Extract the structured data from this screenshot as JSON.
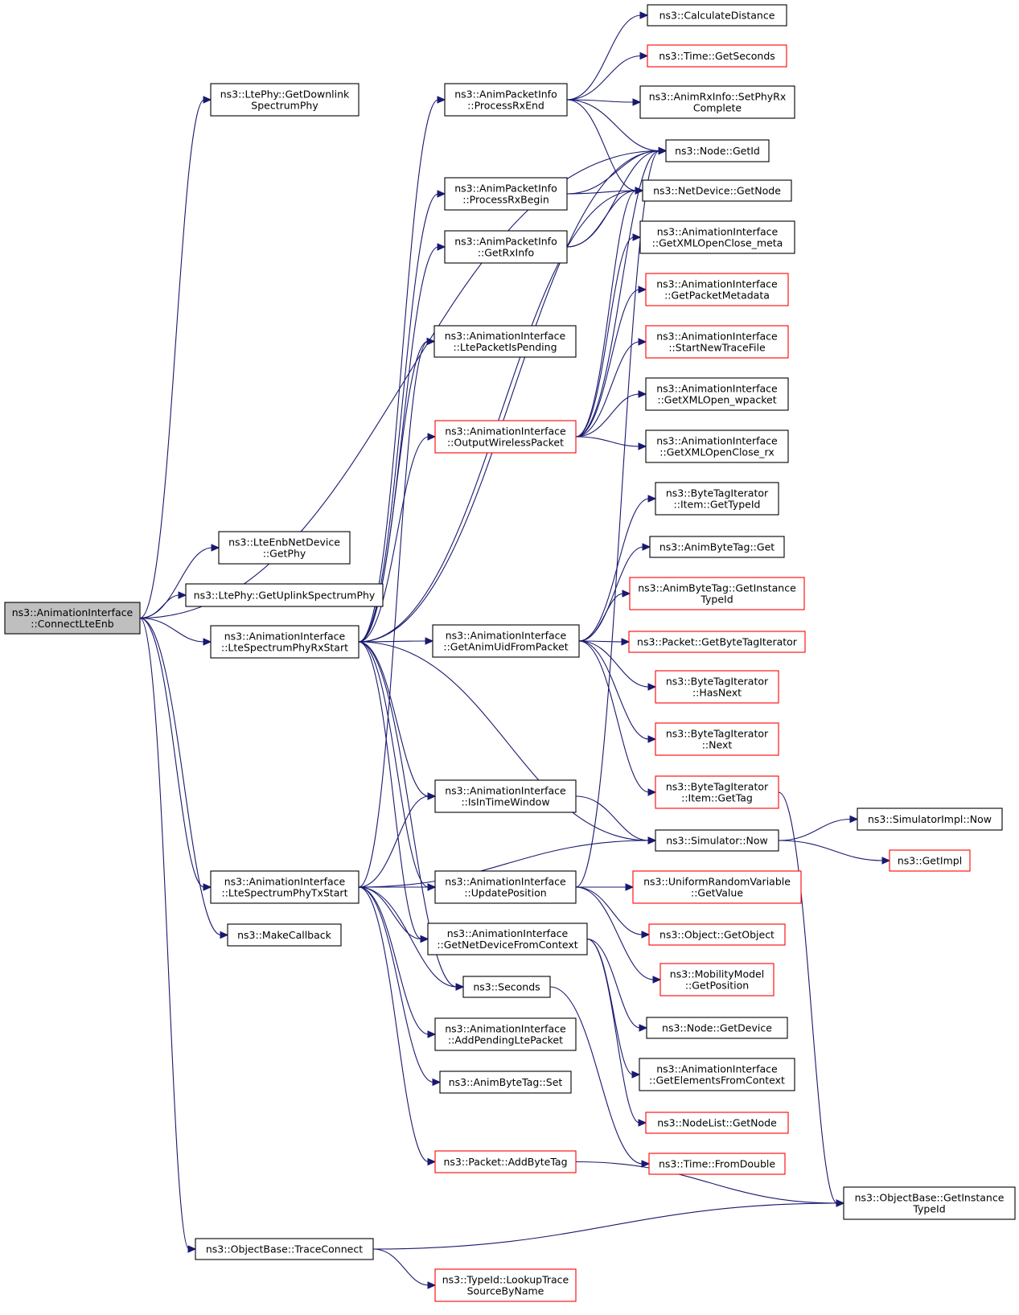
{
  "colors": {
    "edge": "#191970",
    "border_normal": "#000000",
    "border_truncated": "#ff0000",
    "root_fill": "#bfbfbf"
  },
  "nodes": [
    {
      "id": "connectlteenb",
      "lines": [
        "ns3::AnimationInterface",
        "::ConnectLteEnb"
      ],
      "style": "root"
    },
    {
      "id": "getdownlink",
      "lines": [
        "ns3::LtePhy::GetDownlink",
        "SpectrumPhy"
      ],
      "style": "normal"
    },
    {
      "id": "ltepacketispending",
      "lines": [
        "ns3::AnimationInterface",
        "::LtePacketIsPending"
      ],
      "style": "normal"
    },
    {
      "id": "getphy",
      "lines": [
        "ns3::LteEnbNetDevice",
        "::GetPhy"
      ],
      "style": "normal"
    },
    {
      "id": "getuplink",
      "lines": [
        "ns3::LtePhy::GetUplinkSpectrumPhy"
      ],
      "style": "normal"
    },
    {
      "id": "rxstart",
      "lines": [
        "ns3::AnimationInterface",
        "::LteSpectrumPhyRxStart"
      ],
      "style": "normal"
    },
    {
      "id": "txstart",
      "lines": [
        "ns3::AnimationInterface",
        "::LteSpectrumPhyTxStart"
      ],
      "style": "normal"
    },
    {
      "id": "makecallback",
      "lines": [
        "ns3::MakeCallback"
      ],
      "style": "normal"
    },
    {
      "id": "traceconnect",
      "lines": [
        "ns3::ObjectBase::TraceConnect"
      ],
      "style": "normal"
    },
    {
      "id": "processrxend",
      "lines": [
        "ns3::AnimPacketInfo",
        "::ProcessRxEnd"
      ],
      "style": "normal"
    },
    {
      "id": "processrxbegin",
      "lines": [
        "ns3::AnimPacketInfo",
        "::ProcessRxBegin"
      ],
      "style": "normal"
    },
    {
      "id": "getrxinfo",
      "lines": [
        "ns3::AnimPacketInfo",
        "::GetRxInfo"
      ],
      "style": "normal"
    },
    {
      "id": "outputwireless",
      "lines": [
        "ns3::AnimationInterface",
        "::OutputWirelessPacket"
      ],
      "style": "red"
    },
    {
      "id": "getanimuid",
      "lines": [
        "ns3::AnimationInterface",
        "::GetAnimUidFromPacket"
      ],
      "style": "normal"
    },
    {
      "id": "isintimewindow",
      "lines": [
        "ns3::AnimationInterface",
        "::IsInTimeWindow"
      ],
      "style": "normal"
    },
    {
      "id": "updateposition",
      "lines": [
        "ns3::AnimationInterface",
        "::UpdatePosition"
      ],
      "style": "normal"
    },
    {
      "id": "getnetdevicefromcontext",
      "lines": [
        "ns3::AnimationInterface",
        "::GetNetDeviceFromContext"
      ],
      "style": "normal"
    },
    {
      "id": "seconds",
      "lines": [
        "ns3::Seconds"
      ],
      "style": "normal"
    },
    {
      "id": "addpendingltepacket",
      "lines": [
        "ns3::AnimationInterface",
        "::AddPendingLtePacket"
      ],
      "style": "normal"
    },
    {
      "id": "animbytetagset",
      "lines": [
        "ns3::AnimByteTag::Set"
      ],
      "style": "normal"
    },
    {
      "id": "addbytetag",
      "lines": [
        "ns3::Packet::AddByteTag"
      ],
      "style": "red"
    },
    {
      "id": "lookuptrace",
      "lines": [
        "ns3::TypeId::LookupTrace",
        "SourceByName"
      ],
      "style": "red"
    },
    {
      "id": "calculatedistance",
      "lines": [
        "ns3::CalculateDistance"
      ],
      "style": "normal"
    },
    {
      "id": "timegetseconds",
      "lines": [
        "ns3::Time::GetSeconds"
      ],
      "style": "red"
    },
    {
      "id": "setphyrx",
      "lines": [
        "ns3::AnimRxInfo::SetPhyRx",
        "Complete"
      ],
      "style": "normal"
    },
    {
      "id": "nodegetid",
      "lines": [
        "ns3::Node::GetId"
      ],
      "style": "normal"
    },
    {
      "id": "netdevicegetnode",
      "lines": [
        "ns3::NetDevice::GetNode"
      ],
      "style": "normal"
    },
    {
      "id": "xmlopenclosemeta",
      "lines": [
        "ns3::AnimationInterface",
        "::GetXMLOpenClose_meta"
      ],
      "style": "normal"
    },
    {
      "id": "getpacketmetadata",
      "lines": [
        "ns3::AnimationInterface",
        "::GetPacketMetadata"
      ],
      "style": "red"
    },
    {
      "id": "startnewtracefile",
      "lines": [
        "ns3::AnimationInterface",
        "::StartNewTraceFile"
      ],
      "style": "red"
    },
    {
      "id": "xmlopenwpacket",
      "lines": [
        "ns3::AnimationInterface",
        "::GetXMLOpen_wpacket"
      ],
      "style": "normal"
    },
    {
      "id": "xmlopencloserx",
      "lines": [
        "ns3::AnimationInterface",
        "::GetXMLOpenClose_rx"
      ],
      "style": "normal"
    },
    {
      "id": "itemgettypeid",
      "lines": [
        "ns3::ByteTagIterator",
        "::Item::GetTypeId"
      ],
      "style": "normal"
    },
    {
      "id": "animbytetagget",
      "lines": [
        "ns3::AnimByteTag::Get"
      ],
      "style": "normal"
    },
    {
      "id": "animbytetaggetinstance",
      "lines": [
        "ns3::AnimByteTag::GetInstance",
        "TypeId"
      ],
      "style": "red"
    },
    {
      "id": "getbytetagiterator",
      "lines": [
        "ns3::Packet::GetByteTagIterator"
      ],
      "style": "red"
    },
    {
      "id": "hasnext",
      "lines": [
        "ns3::ByteTagIterator",
        "::HasNext"
      ],
      "style": "red"
    },
    {
      "id": "next",
      "lines": [
        "ns3::ByteTagIterator",
        "::Next"
      ],
      "style": "red"
    },
    {
      "id": "itemgettag",
      "lines": [
        "ns3::ByteTagIterator",
        "::Item::GetTag"
      ],
      "style": "red"
    },
    {
      "id": "simulatornow",
      "lines": [
        "ns3::Simulator::Now"
      ],
      "style": "normal"
    },
    {
      "id": "uniformgetvalue",
      "lines": [
        "ns3::UniformRandomVariable",
        "::GetValue"
      ],
      "style": "red"
    },
    {
      "id": "objectgetobject",
      "lines": [
        "ns3::Object::GetObject"
      ],
      "style": "red"
    },
    {
      "id": "mobilitygetposition",
      "lines": [
        "ns3::MobilityModel",
        "::GetPosition"
      ],
      "style": "red"
    },
    {
      "id": "nodegetdevice",
      "lines": [
        "ns3::Node::GetDevice"
      ],
      "style": "normal"
    },
    {
      "id": "getelementsfromcontext",
      "lines": [
        "ns3::AnimationInterface",
        "::GetElementsFromContext"
      ],
      "style": "normal"
    },
    {
      "id": "nodelistgetnode",
      "lines": [
        "ns3::NodeList::GetNode"
      ],
      "style": "red"
    },
    {
      "id": "timefromdouble",
      "lines": [
        "ns3::Time::FromDouble"
      ],
      "style": "red"
    },
    {
      "id": "simulatorimplnow",
      "lines": [
        "ns3::SimulatorImpl::Now"
      ],
      "style": "normal"
    },
    {
      "id": "getimpl",
      "lines": [
        "ns3::GetImpl"
      ],
      "style": "red"
    },
    {
      "id": "objectbasegetinstance",
      "lines": [
        "ns3::ObjectBase::GetInstance",
        "TypeId"
      ],
      "style": "normal"
    }
  ]
}
